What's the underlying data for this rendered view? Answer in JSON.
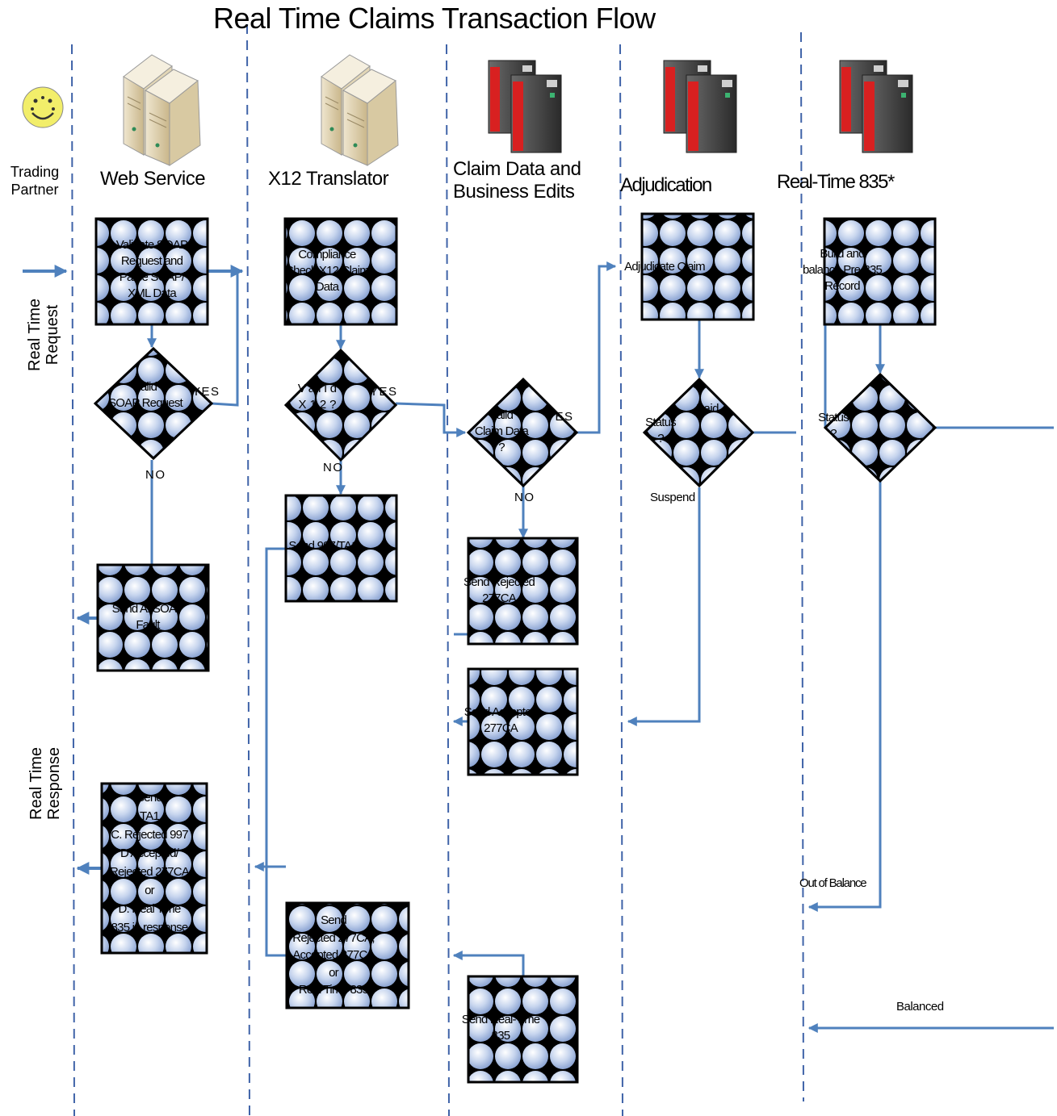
{
  "title": "Real Time Claims Transaction Flow",
  "lanes": {
    "trading_partner": "Trading\nPartner",
    "web_service": "Web Service",
    "x12_translator": "X12 Translator",
    "claim_data": "Claim Data and\nBusiness Edits",
    "adjudication": "Adjudication",
    "rt835": "Real-Time 835*"
  },
  "side_labels": {
    "request": "Real Time\nRequest",
    "response": "Real Time\nResponse"
  },
  "nodes": {
    "validate_soap": "Validate SOAP\nRequest and\nParse SOAP/\nXML Data",
    "compliance_check": "Compliance\nCheck X12 Claim\nData",
    "adjudicate_claim": "Adjudicate Claim",
    "build_835": "Build and\nbalance Pre-835\nRecord",
    "valid_soap": "Valid\nSOAP Request",
    "valid_x12": "Valid\nX12?",
    "valid_claim": "Valid\nClaim Data\n?",
    "status_adj": "Status\n?",
    "status_835": "Status\n?",
    "send_997": "Send 997/TA1",
    "send_soap_fault": "Send A. SOAP\nFault",
    "send_rejected_277": "Send Rejected\n277CA",
    "send_accepted_277": "Send Accepted\n277CA",
    "send_response": "Send\nTA1\nC. Rejected 997\nD Accepted/\nRejected 277CA\nor\nD.   Real Time\n835 in response",
    "send_combined": "Send\nRejected 277CA,\nAccepted 277CA\nor\nReal Time 835",
    "send_rt835": "Send Real-Time\n835"
  },
  "edge_labels": {
    "yes_soap": "YES",
    "no_soap": "NO",
    "yes_x12": "YES",
    "no_x12": "NO",
    "yes_claim": "YES",
    "no_claim": "NO",
    "paid": "Paid",
    "suspend": "Suspend",
    "out_of_balance": "Out of Balance",
    "balanced": "Balanced"
  },
  "colors": {
    "connector": "#4f81bd",
    "lane_divider": "#3f63a8",
    "box_fill": "#000000",
    "bubble": "#c7d5ee",
    "server_red": "#d82020",
    "smiley": "#f2ee6a"
  }
}
